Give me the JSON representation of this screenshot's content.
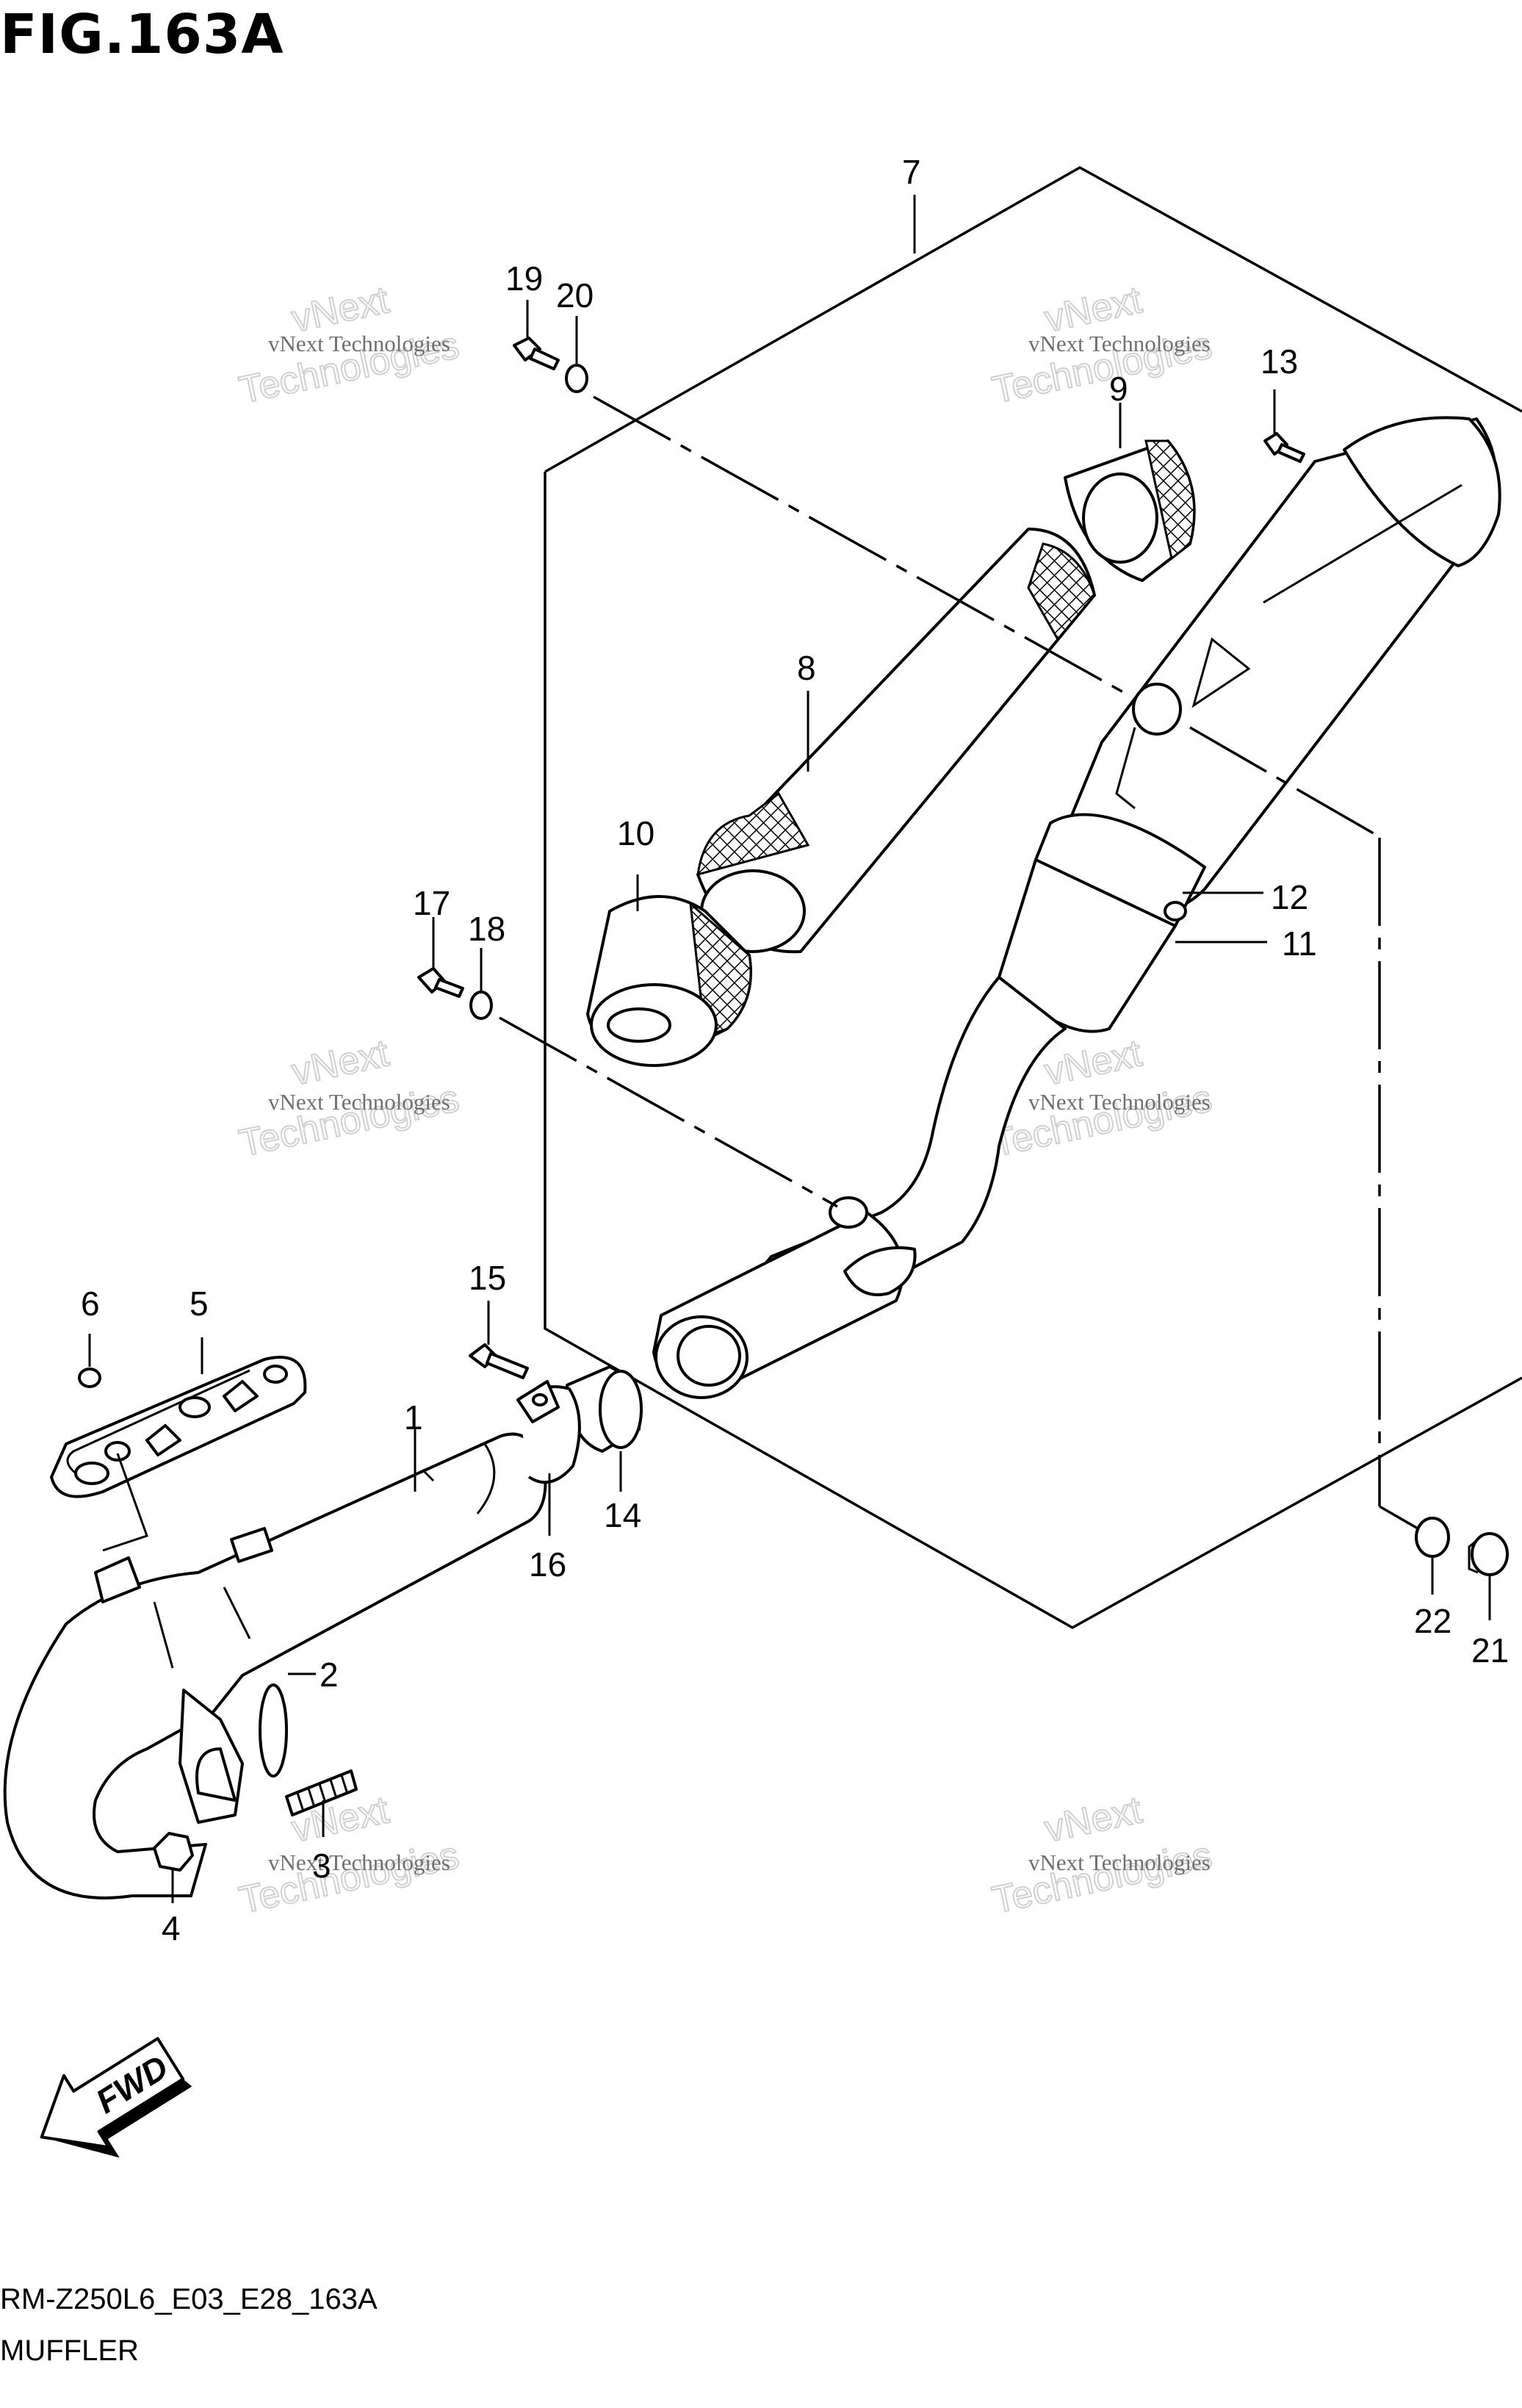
{
  "figure": {
    "title": "FIG.163A"
  },
  "footer": {
    "model_code": "RM-Z250L6_E03_E28_163A",
    "caption": "MUFFLER"
  },
  "watermark": {
    "line1": "vNext Technologies",
    "line2": "vNext",
    "line3": "Technologies"
  },
  "fwd_arrow": {
    "label": "FWD"
  },
  "callouts": [
    "1",
    "2",
    "3",
    "4",
    "5",
    "6",
    "7",
    "8",
    "9",
    "10",
    "11",
    "12",
    "13",
    "14",
    "15",
    "16",
    "17",
    "18",
    "19",
    "20",
    "21",
    "22"
  ]
}
